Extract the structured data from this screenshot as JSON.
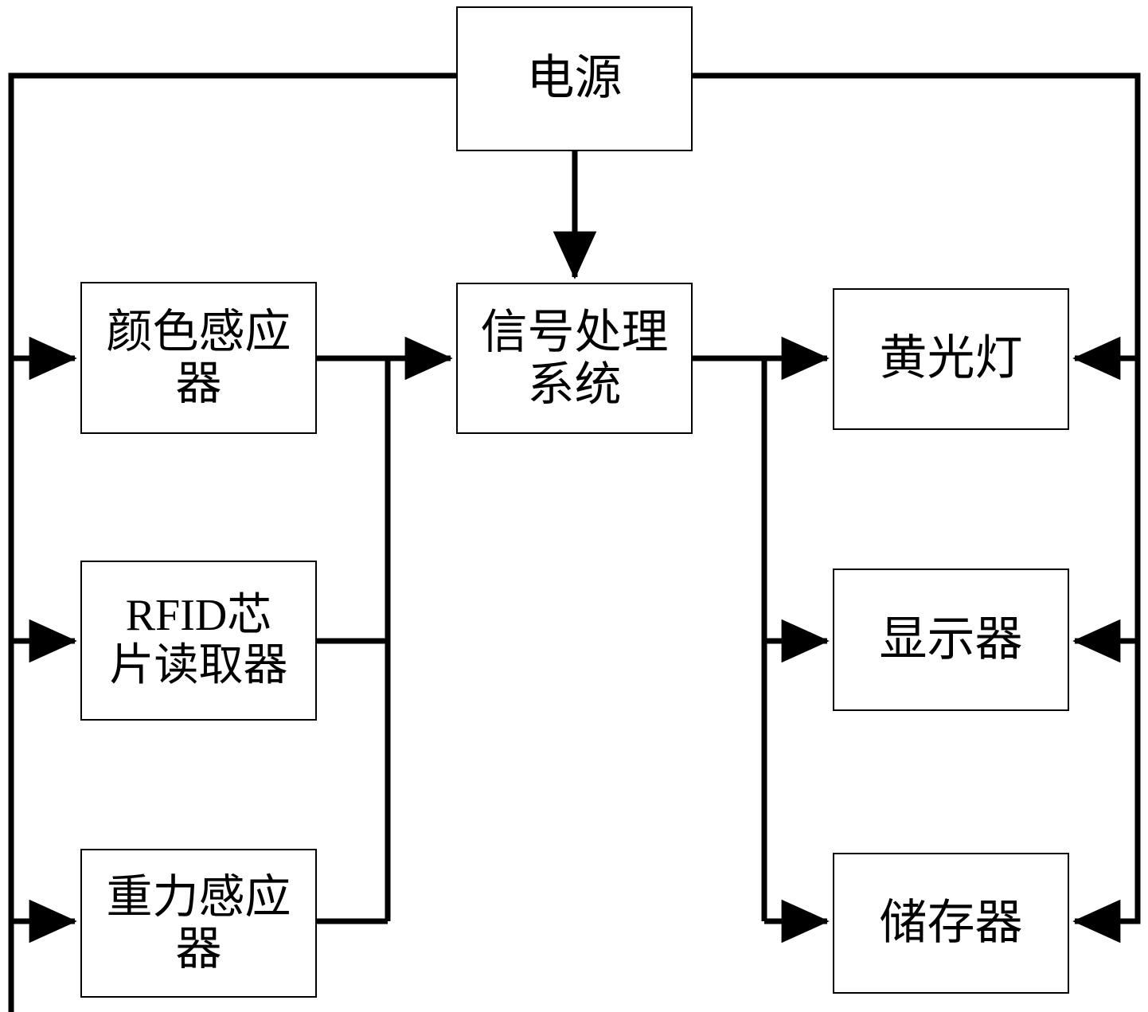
{
  "diagram": {
    "type": "block-diagram",
    "title": "",
    "background_color": "#ffffff",
    "line_color": "#000000",
    "box_border_color": "#000000",
    "nodes": {
      "power": {
        "label": "电源"
      },
      "color_sensor": {
        "label": "颜色感应\n器"
      },
      "rfid_reader": {
        "label": "RFID芯\n片读取器"
      },
      "gravity_sensor": {
        "label": "重力感应\n器"
      },
      "signal_processor": {
        "label": "信号处理\n系统"
      },
      "yellow_light": {
        "label": "黄光灯"
      },
      "display": {
        "label": "显示器"
      },
      "storage": {
        "label": "储存器"
      }
    },
    "connections": [
      {
        "from": "power",
        "to": "color_sensor",
        "kind": "power-bus-left"
      },
      {
        "from": "power",
        "to": "rfid_reader",
        "kind": "power-bus-left"
      },
      {
        "from": "power",
        "to": "gravity_sensor",
        "kind": "power-bus-left"
      },
      {
        "from": "power",
        "to": "signal_processor",
        "kind": "direct-down"
      },
      {
        "from": "power",
        "to": "yellow_light",
        "kind": "power-bus-right"
      },
      {
        "from": "power",
        "to": "display",
        "kind": "power-bus-right"
      },
      {
        "from": "power",
        "to": "storage",
        "kind": "power-bus-right"
      },
      {
        "from": "color_sensor",
        "to": "signal_processor",
        "kind": "signal-merge"
      },
      {
        "from": "rfid_reader",
        "to": "signal_processor",
        "kind": "signal-merge"
      },
      {
        "from": "gravity_sensor",
        "to": "signal_processor",
        "kind": "signal-merge"
      },
      {
        "from": "signal_processor",
        "to": "yellow_light",
        "kind": "signal-fanout"
      },
      {
        "from": "signal_processor",
        "to": "display",
        "kind": "signal-fanout"
      },
      {
        "from": "signal_processor",
        "to": "storage",
        "kind": "signal-fanout"
      }
    ]
  }
}
